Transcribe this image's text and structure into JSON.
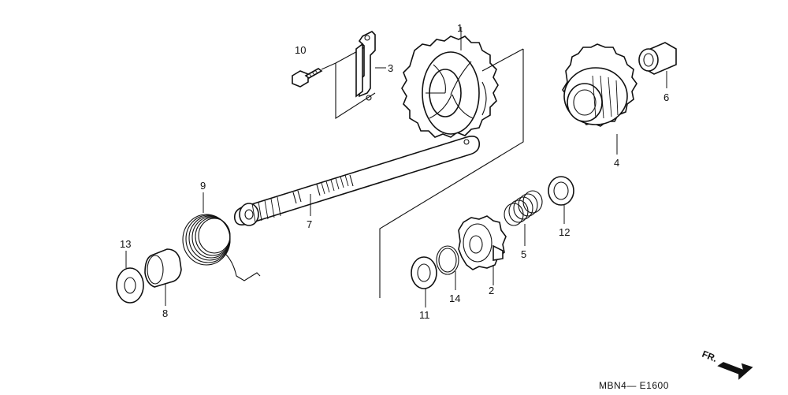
{
  "diagram": {
    "callouts": {
      "p1": "1",
      "p2": "2",
      "p3": "3",
      "p4": "4",
      "p5": "5",
      "p6": "6",
      "p7": "7",
      "p8": "8",
      "p9": "9",
      "p10": "10",
      "p11": "11",
      "p12": "12",
      "p13": "13",
      "p14": "14"
    },
    "front_arrow_label": "FR.",
    "drawing_code": "MBN4— E1600"
  }
}
